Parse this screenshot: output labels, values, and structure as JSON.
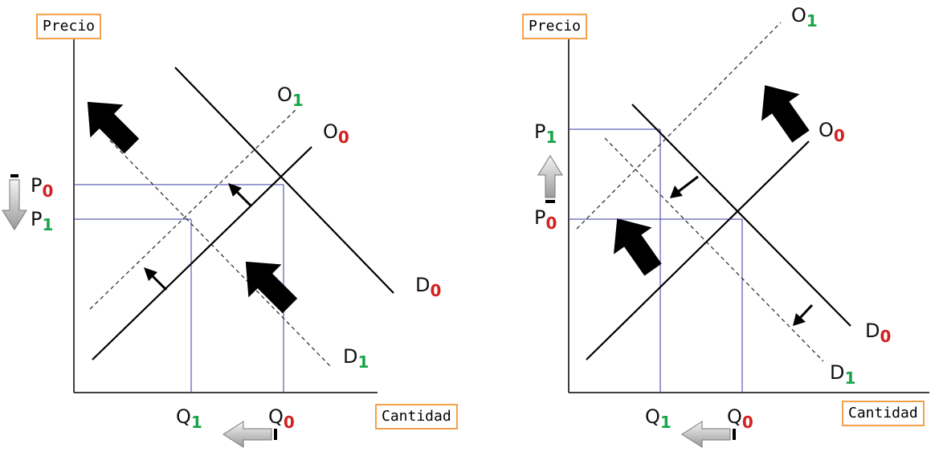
{
  "colors": {
    "box_border": "#f5a04a",
    "guide": "#3a3aa8",
    "green": "#1aa54a",
    "red": "#d42020"
  },
  "panels": [
    {
      "y_axis_label": "Precio",
      "x_axis_label": "Cantidad",
      "curves": [
        {
          "id": "D0",
          "main": "D",
          "sub": "0",
          "sub_color": "red",
          "style": "solid"
        },
        {
          "id": "D1",
          "main": "D",
          "sub": "1",
          "sub_color": "green",
          "style": "dashed"
        },
        {
          "id": "O0",
          "main": "O",
          "sub": "0",
          "sub_color": "red",
          "style": "solid"
        },
        {
          "id": "O1",
          "main": "O",
          "sub": "1",
          "sub_color": "green",
          "style": "dashed"
        }
      ],
      "price_labels": [
        {
          "main": "P",
          "sub": "0",
          "sub_color": "red"
        },
        {
          "main": "P",
          "sub": "1",
          "sub_color": "green"
        }
      ],
      "quantity_labels": [
        {
          "main": "Q",
          "sub": "1",
          "sub_color": "green"
        },
        {
          "main": "Q",
          "sub": "0",
          "sub_color": "red"
        }
      ],
      "price_change": "down-arrow-icon",
      "quantity_change": "left-arrow-icon"
    },
    {
      "y_axis_label": "Precio",
      "x_axis_label": "Cantidad",
      "curves": [
        {
          "id": "D0",
          "main": "D",
          "sub": "0",
          "sub_color": "red",
          "style": "solid"
        },
        {
          "id": "D1",
          "main": "D",
          "sub": "1",
          "sub_color": "green",
          "style": "dashed"
        },
        {
          "id": "O0",
          "main": "O",
          "sub": "0",
          "sub_color": "red",
          "style": "solid"
        },
        {
          "id": "O1",
          "main": "O",
          "sub": "1",
          "sub_color": "green",
          "style": "dashed"
        }
      ],
      "price_labels": [
        {
          "main": "P",
          "sub": "1",
          "sub_color": "green"
        },
        {
          "main": "P",
          "sub": "0",
          "sub_color": "red"
        }
      ],
      "quantity_labels": [
        {
          "main": "Q",
          "sub": "1",
          "sub_color": "green"
        },
        {
          "main": "Q",
          "sub": "0",
          "sub_color": "red"
        }
      ],
      "price_change": "up-arrow-icon",
      "quantity_change": "left-arrow-icon"
    }
  ]
}
